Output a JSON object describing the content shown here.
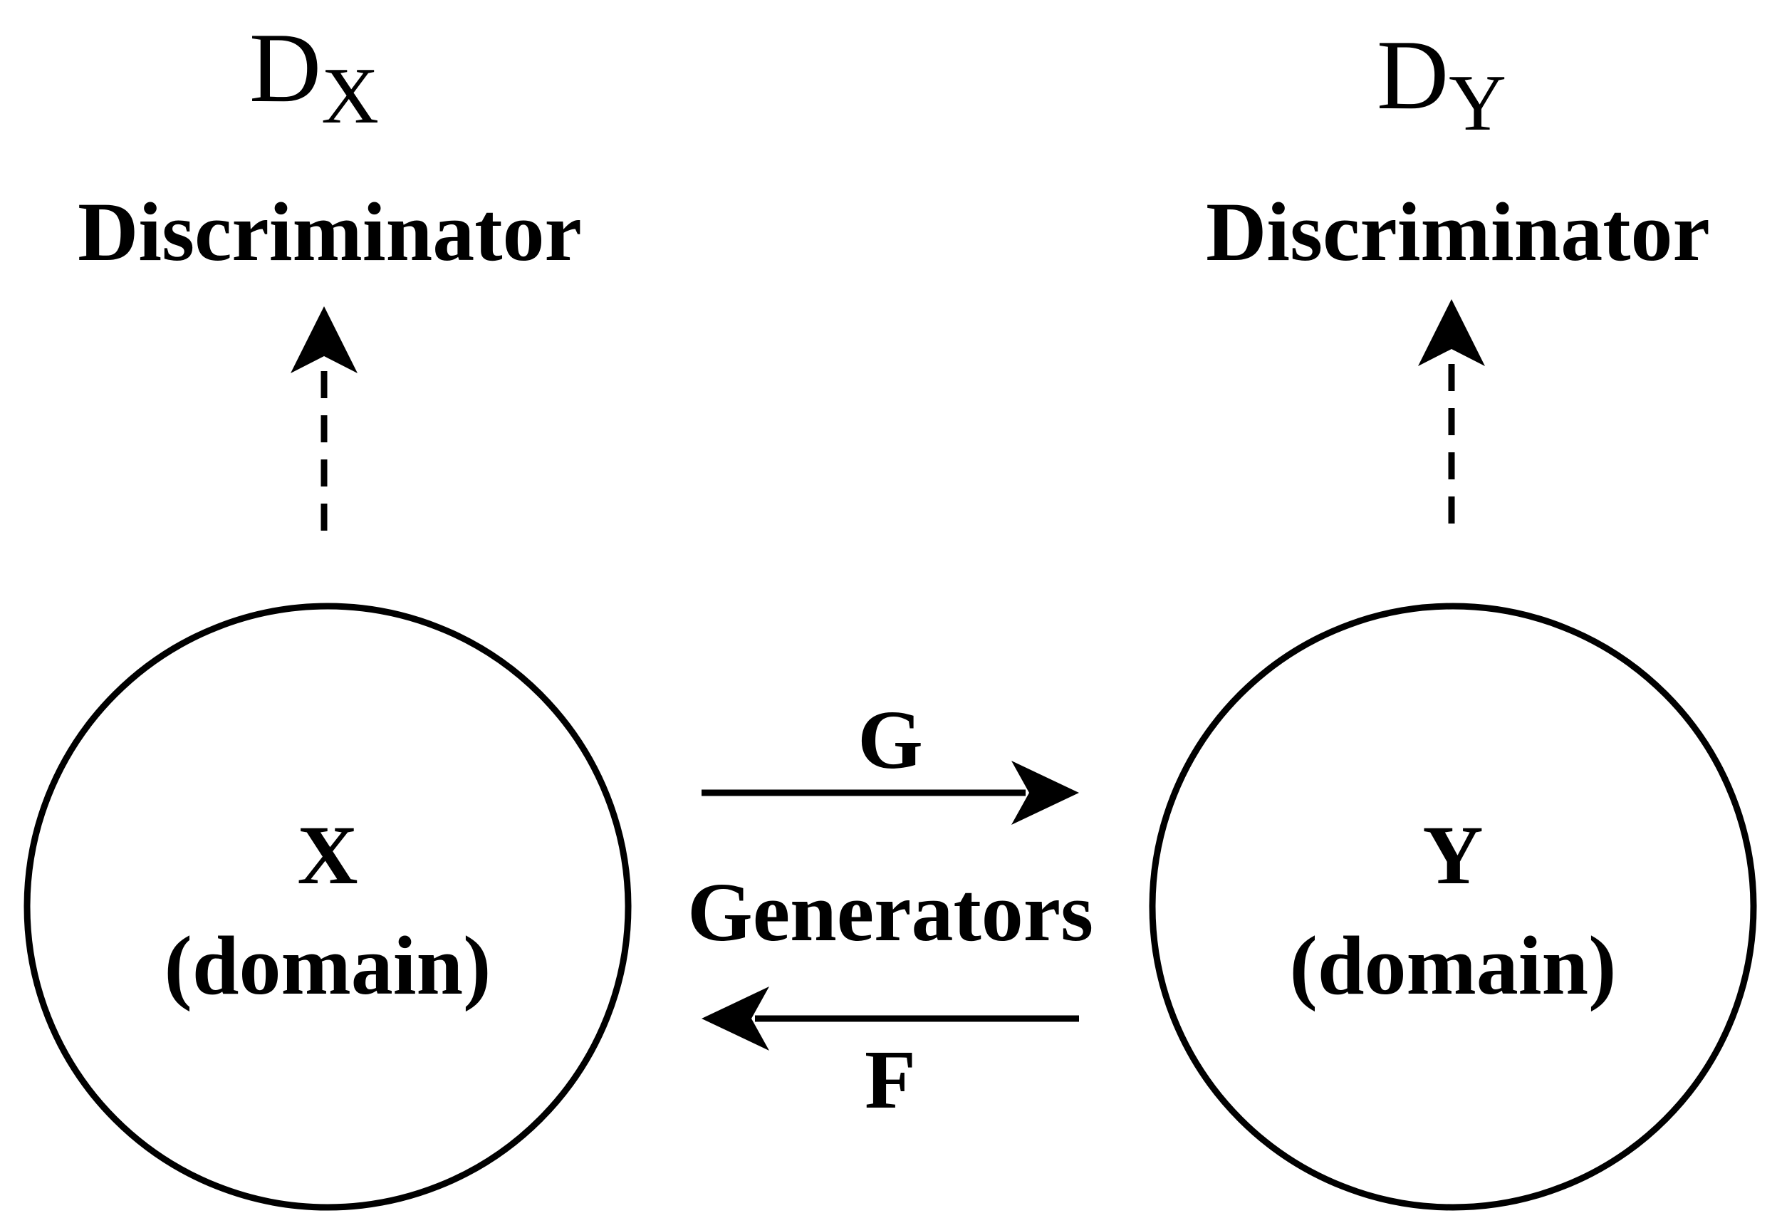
{
  "discriminators": [
    {
      "symbol": "D",
      "subscript": "X",
      "label": "Discriminator"
    },
    {
      "symbol": "D",
      "subscript": "Y",
      "label": "Discriminator"
    }
  ],
  "domains": [
    {
      "name": "X",
      "caption": "(domain)"
    },
    {
      "name": "Y",
      "caption": "(domain)"
    }
  ],
  "generators": {
    "label": "Generators",
    "forward": "G",
    "backward": "F"
  },
  "colors": {
    "stroke": "#000000",
    "background": "#ffffff"
  }
}
